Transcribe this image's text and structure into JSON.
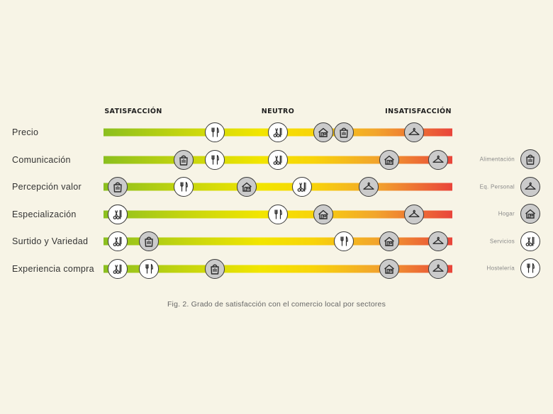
{
  "chart_data": {
    "type": "scatter",
    "scale_labels": {
      "left": "SATISFACCIÓN",
      "center": "NEUTRO",
      "right": "INSATISFACCIÓN"
    },
    "categories": [
      "Precio",
      "Comunicación",
      "Percepción valor",
      "Especialización",
      "Surtido y Variedad",
      "Experiencia compra"
    ],
    "series": [
      {
        "name": "Alimentación",
        "icon": "shopping-bag-icon",
        "style": "filled",
        "values": [
          0.69,
          0.23,
          0.04,
          0.04,
          0.13,
          0.32
        ]
      },
      {
        "name": "Eq. Personal",
        "icon": "hanger-icon",
        "style": "filled",
        "values": [
          0.89,
          0.96,
          0.76,
          0.89,
          0.96,
          0.96
        ]
      },
      {
        "name": "Hogar",
        "icon": "house-icon",
        "style": "filled",
        "values": [
          0.63,
          0.82,
          0.41,
          0.63,
          0.82,
          0.82
        ]
      },
      {
        "name": "Servicios",
        "icon": "scissors-comb-icon",
        "style": "outline",
        "values": [
          0.5,
          0.5,
          0.57,
          0.04,
          0.04,
          0.04
        ]
      },
      {
        "name": "Hostelería",
        "icon": "fork-knife-icon",
        "style": "outline",
        "values": [
          0.32,
          0.32,
          0.23,
          0.5,
          0.69,
          0.13
        ]
      }
    ],
    "xlim": [
      0,
      1
    ],
    "caption": "Fig. 2. Grado de satisfacción con el comercio local por sectores"
  },
  "colors": {
    "background": "#f7f4e6",
    "gradient": [
      "#8bbf1f",
      "#f2e500",
      "#e9453b"
    ],
    "marker_filled": "#cbcbcb",
    "marker_outline": "#ffffff"
  }
}
